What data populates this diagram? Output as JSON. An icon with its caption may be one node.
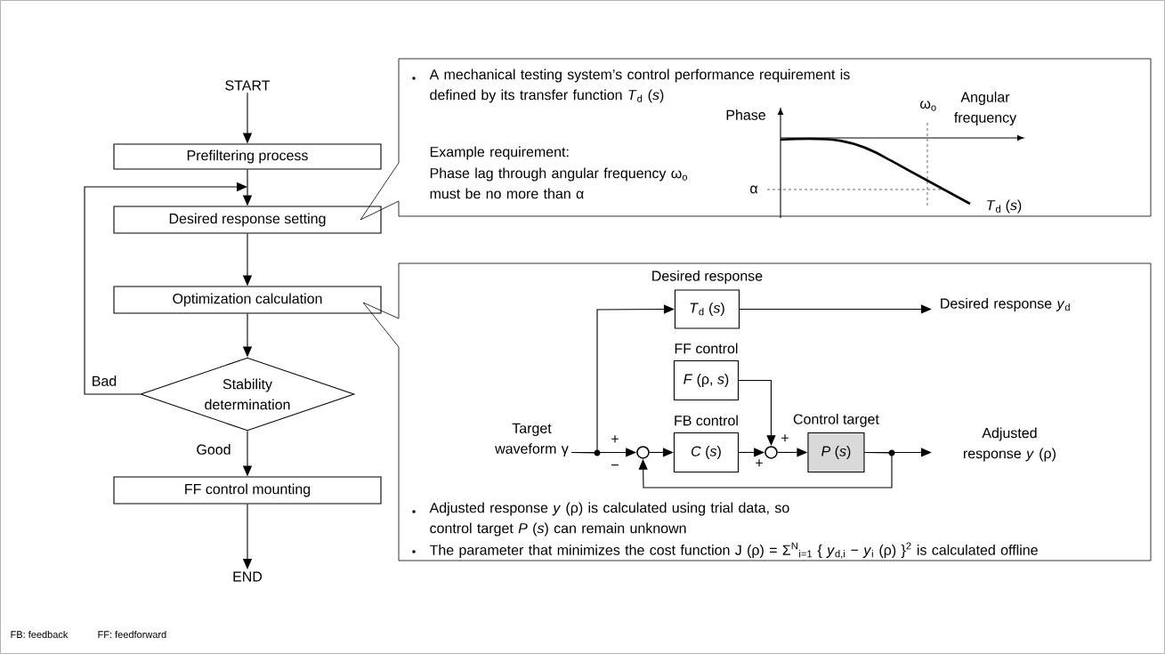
{
  "diagram": {
    "nodes": [
      {
        "text": [
          "START"
        ]
      },
      {
        "text": [
          "Prefiltering process"
        ]
      },
      {
        "text": [
          "Desired response setting"
        ]
      },
      {
        "text": [
          "Optimization calculation"
        ]
      },
      {
        "text": [
          "Stability determination"
        ]
      },
      {
        "text": [
          "FF control mounting"
        ]
      },
      {
        "text": [
          "END"
        ]
      },
      {
        "text": [
          "A mechanical testing system’s control performance requirement is defined by its transfer function *T*$_{d}$ (*s*)",
          "Example requirement:",
          "Phase lag through angular frequency ω$_{o}$ must be no more than α"
        ]
      },
      {
        "text": [
          "Adjusted response *y* (ρ) is calculated using trial data, so control target *P* (*s*) can remain unknown",
          "The parameter that minimizes the cost function J (ρ) = Σ$^{N}$$_{i=1}$ { *y*$_{d,i}$ − *y*$_{i}$ (ρ) }$^{2}$ is calculated offline"
        ]
      },
      {
        "text": [
          "Desired response",
          "*T*$_{d}$ (*s*)"
        ],
        "in": 8
      },
      {
        "text": [
          "FF control",
          "*F* (ρ, *s*)"
        ],
        "in": 8
      },
      {
        "text": [
          "FB control",
          "*C* (*s*)"
        ],
        "in": 8
      },
      {
        "text": [
          "Control target",
          "*P* (*s*)"
        ],
        "in": 8
      },
      {
        "text": [],
        "shape": "circle",
        "in": 8
      },
      {
        "text": [],
        "shape": "circle",
        "in": 8
      },
      {
        "text": [
          "Target waveform γ"
        ],
        "in": 8
      },
      {
        "text": [
          "Desired response *y*$_{d}$"
        ],
        "in": 8
      },
      {
        "text": [
          "Adjusted response *y* (ρ)"
        ],
        "in": 8
      }
    ],
    "edges": [
      {
        "from": 0,
        "to": 1,
        "arrow": "to"
      },
      {
        "from": 1,
        "to": 2,
        "arrow": "to"
      },
      {
        "from": 2,
        "to": 3,
        "arrow": "to"
      },
      {
        "from": 3,
        "to": 4,
        "arrow": "to"
      },
      {
        "from": 4,
        "to": 2,
        "arrow": "to",
        "label": "Bad"
      },
      {
        "from": 4,
        "to": 5,
        "arrow": "to",
        "label": "Good"
      },
      {
        "from": 5,
        "to": 6,
        "arrow": "to"
      },
      {
        "from": 15,
        "to": 13,
        "arrow": "to"
      },
      {
        "from": 15,
        "to": 9,
        "arrow": "to"
      },
      {
        "from": 9,
        "to": 16,
        "arrow": "to"
      },
      {
        "from": 13,
        "to": 11,
        "arrow": "to"
      },
      {
        "from": 11,
        "to": 14,
        "arrow": "to"
      },
      {
        "from": 10,
        "to": 14,
        "arrow": "to"
      },
      {
        "from": 14,
        "to": 12,
        "arrow": "to"
      },
      {
        "from": 12,
        "to": 17,
        "arrow": "to"
      },
      {
        "from": 12,
        "to": 13,
        "arrow": "to"
      }
    ],
    "labels": [
      "Phase",
      "Angular frequency",
      "ω$_{o}$",
      "α",
      "*T*$_{d}$ (*s*)",
      "+",
      "−",
      "+",
      "+",
      "FB: feedback",
      "FF: feedforward"
    ]
  }
}
